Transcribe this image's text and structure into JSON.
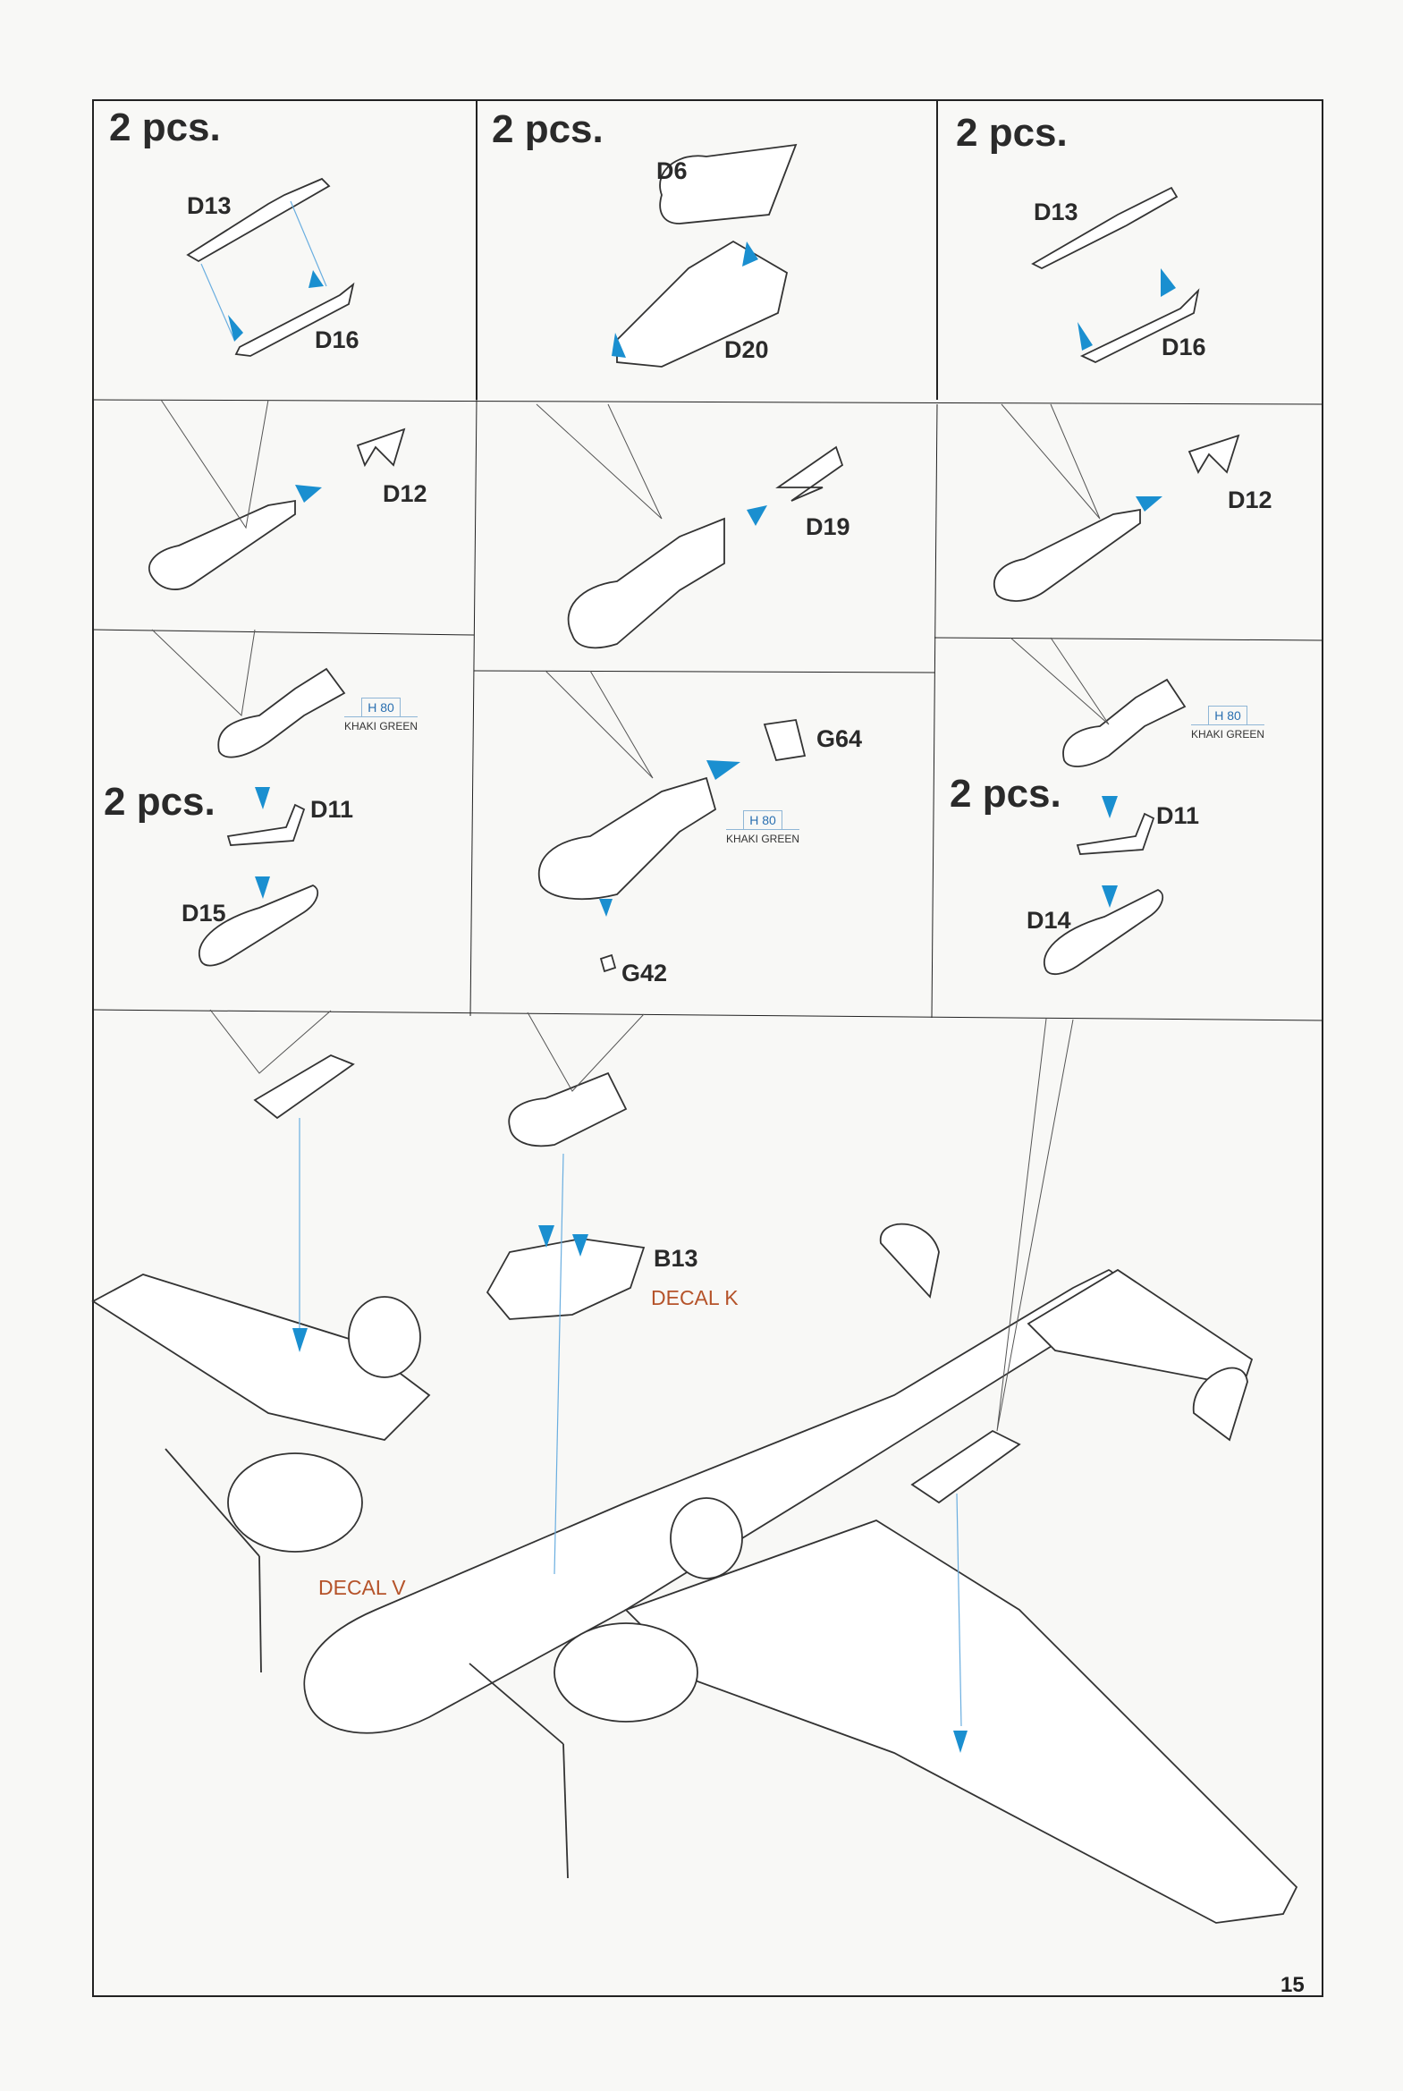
{
  "panels": {
    "top_left": {
      "quantity": "2 pcs.",
      "parts": [
        "D13",
        "D16"
      ]
    },
    "top_middle": {
      "quantity": "2 pcs.",
      "parts": [
        "D6",
        "D20"
      ]
    },
    "top_right": {
      "quantity": "2 pcs.",
      "parts": [
        "D13",
        "D16"
      ]
    },
    "mid_left": {
      "parts": [
        "D12"
      ]
    },
    "mid_middle": {
      "parts": [
        "D19"
      ]
    },
    "mid_right": {
      "parts": [
        "D12"
      ]
    },
    "low_left": {
      "quantity": "2 pcs.",
      "parts": [
        "D11",
        "D15"
      ],
      "paint": {
        "code": "H 80",
        "name": "KHAKI GREEN"
      }
    },
    "low_middle": {
      "parts": [
        "G64",
        "G42"
      ],
      "paint": {
        "code": "H 80",
        "name": "KHAKI GREEN"
      }
    },
    "low_right": {
      "quantity": "2 pcs.",
      "parts": [
        "D11",
        "D14"
      ],
      "paint": {
        "code": "H 80",
        "name": "KHAKI GREEN"
      }
    }
  },
  "main": {
    "part": "B13",
    "decals": [
      "DECAL K",
      "DECAL V"
    ]
  },
  "page_number": "15",
  "colors": {
    "arrow": "#1a8fd0",
    "decal": "#b5532a",
    "paint_box": "#8fb6d6",
    "line": "#333333"
  }
}
